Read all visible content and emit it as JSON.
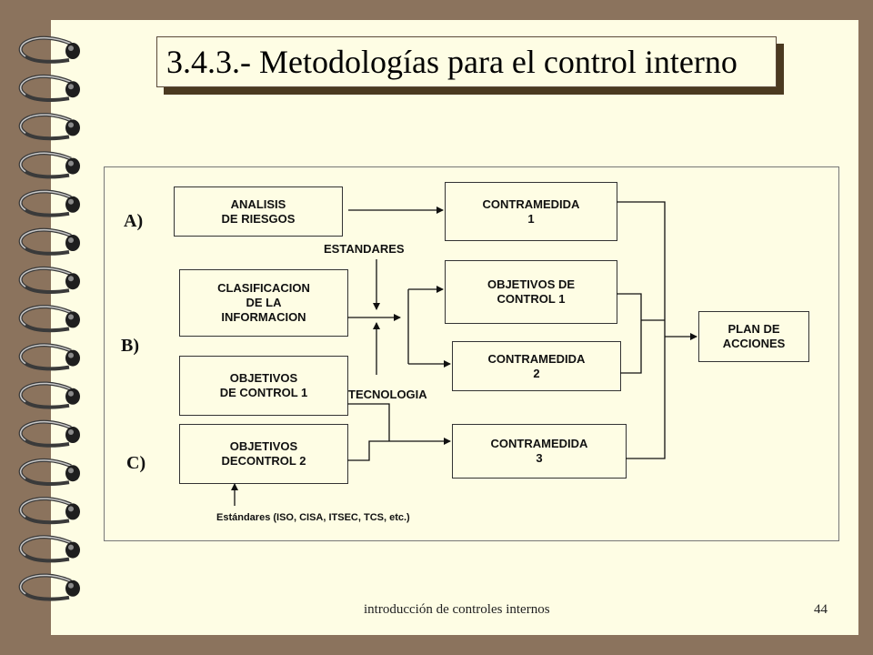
{
  "slide": {
    "title": "3.4.3.- Metodologías para el control interno",
    "footer": "introducción de controles internos",
    "page_number": "44"
  },
  "diagram": {
    "sections": [
      "A)",
      "B)",
      "C)"
    ],
    "boxes": {
      "analisis_riesgos": "ANALISIS\nDE RIESGOS",
      "clasificacion_informacion": "CLASIFICACION\nDE LA\nINFORMACION",
      "objetivos_control_1_left": "OBJETIVOS\nDE CONTROL 1",
      "objetivos_control_2": "OBJETIVOS\nDECONTROL 2",
      "contramedida_1": "CONTRAMEDIDA\n1",
      "objetivos_control_1_right": "OBJETIVOS DE\nCONTROL 1",
      "contramedida_2": "CONTRAMEDIDA\n2",
      "contramedida_3": "CONTRAMEDIDA\n3",
      "plan_acciones": "PLAN DE\nACCIONES"
    },
    "labels": {
      "estandares": "ESTANDARES",
      "tecnologia": "TECNOLOGIA",
      "standards_list": "Estándares (ISO, CISA, ITSEC, TCS, etc.)"
    }
  },
  "colors": {
    "background": "#8b735d",
    "page": "#fefde4",
    "shadow": "#4b3a20"
  }
}
